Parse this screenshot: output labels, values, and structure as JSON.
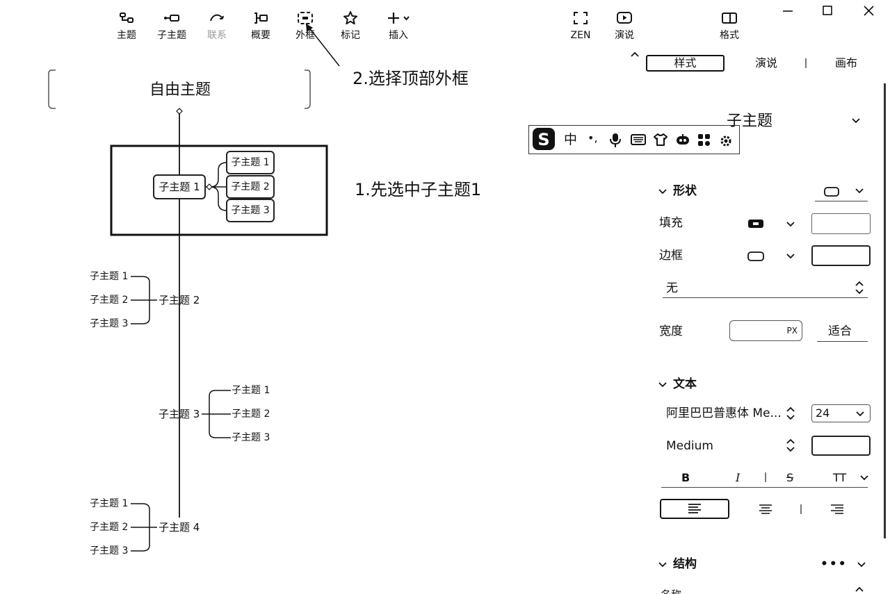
{
  "toolbar": {
    "items": [
      {
        "icon": "topic-icon",
        "label": "主题",
        "enabled": true
      },
      {
        "icon": "subtopic-icon",
        "label": "子主题",
        "enabled": true
      },
      {
        "icon": "relationship-icon",
        "label": "联系",
        "enabled": false
      },
      {
        "icon": "summary-icon",
        "label": "概要",
        "enabled": true
      },
      {
        "icon": "boundary-icon",
        "label": "外框",
        "enabled": true
      },
      {
        "icon": "marker-icon",
        "label": "标记",
        "enabled": true
      },
      {
        "icon": "insert-icon",
        "label": "插入",
        "enabled": true
      }
    ],
    "zen_label": "ZEN",
    "present_label": "演说",
    "format_label": "格式"
  },
  "panel": {
    "tabs": [
      "样式",
      "演说",
      "画布"
    ],
    "active_tab": "样式",
    "style_select": "子主题",
    "shape": {
      "title": "形状",
      "fill_label": "填充",
      "border_label": "边框",
      "line_style": "无",
      "width_label": "宽度",
      "width_unit": "PX",
      "fit_label": "适合"
    },
    "text": {
      "title": "文本",
      "font_family": "阿里巴巴普惠体 Me...",
      "font_size": "24",
      "font_weight": "Medium",
      "bold": "B",
      "italic": "I",
      "strike": "S",
      "case": "TT"
    },
    "structure": {
      "title": "结构",
      "more": "•••",
      "next_label": "名称"
    }
  },
  "ime_bar": {
    "logo": "S",
    "mode": "中",
    "punct": "•,"
  },
  "canvas": {
    "root": "自由主题",
    "branches": [
      {
        "label": "子主题 1",
        "children": [
          "子主题 1",
          "子主题 2",
          "子主题 3"
        ]
      },
      {
        "label": "子主题 2",
        "children": [
          "子主题 1",
          "子主题 2",
          "子主题 3"
        ]
      },
      {
        "label": "子主题 3",
        "children": [
          "子主题 1",
          "子主题 2",
          "子主题 3"
        ]
      },
      {
        "label": "子主题 4",
        "children": [
          "子主题 1",
          "子主题 2",
          "子主题 3"
        ]
      }
    ]
  },
  "annotations": {
    "step1": "1.先选中子主题1",
    "step2": "2.选择顶部外框"
  },
  "colors": {
    "ink": "#111111",
    "background": "#ffffff",
    "disabled": "#9a9a9a"
  }
}
